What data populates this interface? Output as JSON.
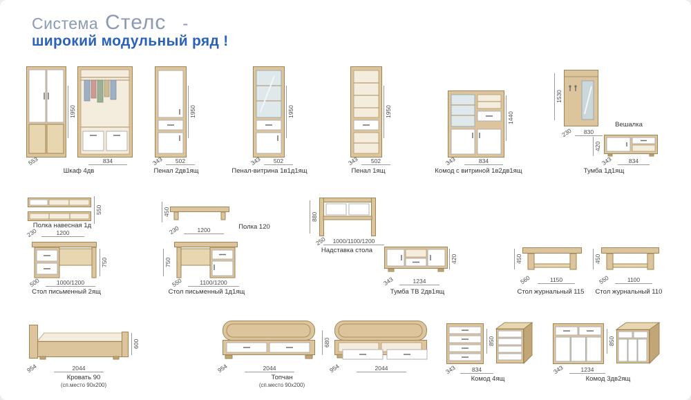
{
  "header": {
    "brand_prefix": "Система",
    "brand": "Стелс",
    "dash": "-",
    "subtitle": "широкий модульный ряд !"
  },
  "colors": {
    "title_gray_blue": "#8a99b4",
    "subtitle_blue": "#2a61bb",
    "wood": "#dcc49c",
    "front_white": "#ffffff"
  },
  "items": {
    "shkaf": {
      "label": "Шкаф 4дв",
      "h": "1950",
      "d": "553",
      "w": "834"
    },
    "penal2": {
      "label": "Пенал 2дв1ящ",
      "h": "1950",
      "d": "343",
      "w": "502"
    },
    "penalv": {
      "label": "Пенал-витрина 1в1д1ящ",
      "h": "1950",
      "d": "343",
      "w": "502"
    },
    "penal1": {
      "label": "Пенал 1ящ",
      "h": "1950",
      "d": "343",
      "w": "502"
    },
    "komodv": {
      "label": "Комод с витриной 1в2дв1ящ",
      "h": "1440",
      "d": "343",
      "w": "834"
    },
    "veshalka": {
      "label": "Вешалка",
      "h": "1530",
      "d": "230",
      "w": "830"
    },
    "tumba": {
      "label": "Тумба 1д1ящ",
      "h": "420",
      "d": "343",
      "w": "834"
    },
    "polkanav": {
      "label": "Полка навесная 1д",
      "h": "550",
      "d": "230",
      "w": "1200"
    },
    "stol2": {
      "label": "Стол письменный 2ящ",
      "h": "750",
      "d": "500",
      "w": "1000/1200"
    },
    "polka120": {
      "label": "Полка 120",
      "h": "450",
      "d": "230",
      "w": "1200"
    },
    "stol1": {
      "label": "Стол письменный 1д1ящ",
      "h": "750",
      "d": "550",
      "w": "1100/1200"
    },
    "nadstavka": {
      "label": "Надставка стола",
      "h": "880",
      "d": "250",
      "w": "1000/1100/1200"
    },
    "tumbatv": {
      "label": "Тумба ТВ 2дв1ящ",
      "h": "420",
      "d": "343",
      "w": "1234"
    },
    "zhur115": {
      "label": "Стол журнальный 115",
      "h": "450",
      "d": "560",
      "w": "1150"
    },
    "zhur110": {
      "label": "Стол журнальный 110",
      "h": "450",
      "d": "550",
      "w": "1100"
    },
    "krovat": {
      "label": "Кровать 90",
      "sub": "(сп.место 90х200)",
      "h": "600",
      "d": "954",
      "w": "2044"
    },
    "topchan": {
      "label": "Топчан",
      "sub": "(сп.место 90х200)",
      "h": "680",
      "d": "954",
      "w": "2044"
    },
    "komod4": {
      "label": "Комод 4ящ",
      "h": "850",
      "d": "343",
      "w": "834"
    },
    "komod3": {
      "label": "Комод 3дв2ящ",
      "h": "850",
      "d": "343",
      "w": "1234"
    }
  }
}
